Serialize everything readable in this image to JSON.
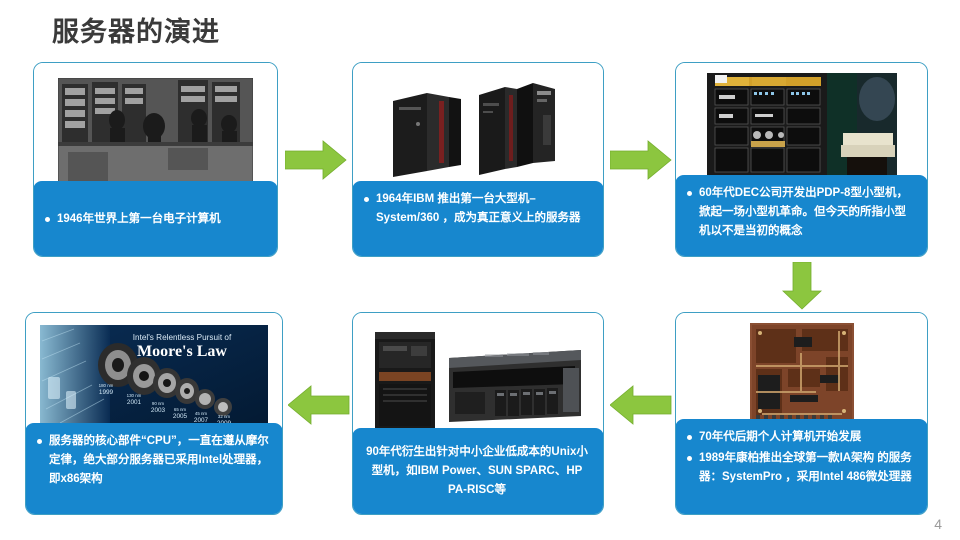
{
  "slide": {
    "title": "服务器的演进",
    "page_number": "4",
    "accent_blue": "#1787ce",
    "accent_green": "#8cc63f",
    "card_border": "#3e9fc4",
    "title_color": "#3a3a3a"
  },
  "cards": [
    {
      "id": "card-1946-eniac",
      "image_name": "eniac-photo",
      "image_alt": "1946 年世界上第一台电子计算机黑白照片",
      "caption_align": "left",
      "bullets": [
        "1946年世界上第一台电子计算机"
      ]
    },
    {
      "id": "card-1964-ibm-system360",
      "image_name": "ibm-mainframe-photo",
      "image_alt": "IBM 大型机机柜照片",
      "caption_align": "left",
      "bullets": [
        "1964年IBM 推出第一台大型机–System/360 ，成为真正意义上的服务器"
      ]
    },
    {
      "id": "card-60s-dec-pdp8",
      "image_name": "dec-pdp8-photo",
      "image_alt": "DEC PDP-8 小型机机柜照片",
      "caption_align": "left",
      "bullets": [
        "60年代DEC公司开发出PDP-8型小型机，掀起一场小型机革命。但今天的所指小型机以不是当初的概念"
      ]
    },
    {
      "id": "card-70s-pc-compaq",
      "image_name": "motherboard-photo",
      "image_alt": "早期个人计算机主板照片",
      "caption_align": "left",
      "bullets": [
        "70年代后期个人计算机开始发展",
        "1989年康柏推出全球第一款IA架构 的服务器：SystemPro ，采用Intel 486微处理器"
      ]
    },
    {
      "id": "card-90s-unix",
      "image_name": "unix-server-photo",
      "image_alt": "Unix 小型机与机架式服务器照片",
      "caption_align": "center",
      "bullets": [
        "90年代衍生出针对中小企业低成本的Unix小型机，如IBM Power、SUN SPARC、HP PA-RISC等"
      ]
    },
    {
      "id": "card-cpu-moores-law",
      "image_name": "moores-law-photo",
      "image_alt": "Intel 摩尔定律晶圆工艺演进图",
      "image_text": {
        "line1": "Intel's Relentless Pursuit of",
        "line2": "Moore's Law",
        "nodes": [
          {
            "node": "180 nm",
            "year": "1999"
          },
          {
            "node": "130 nm",
            "year": "2001"
          },
          {
            "node": "90 nm",
            "year": "2003"
          },
          {
            "node": "65 nm",
            "year": "2005"
          },
          {
            "node": "45 nm",
            "year": "2007"
          },
          {
            "node": "32 nm",
            "year": "2009"
          }
        ]
      },
      "caption_align": "left",
      "bullets": [
        "服务器的核心部件“CPU”，一直在遵从摩尔定律，绝大部分服务器已采用Intel处理器，即x86架构"
      ]
    }
  ],
  "arrows": [
    {
      "id": "arrow-1-to-2",
      "direction": "right"
    },
    {
      "id": "arrow-2-to-3",
      "direction": "right"
    },
    {
      "id": "arrow-3-to-4",
      "direction": "down"
    },
    {
      "id": "arrow-4-to-5",
      "direction": "left"
    },
    {
      "id": "arrow-5-to-6",
      "direction": "left"
    }
  ]
}
